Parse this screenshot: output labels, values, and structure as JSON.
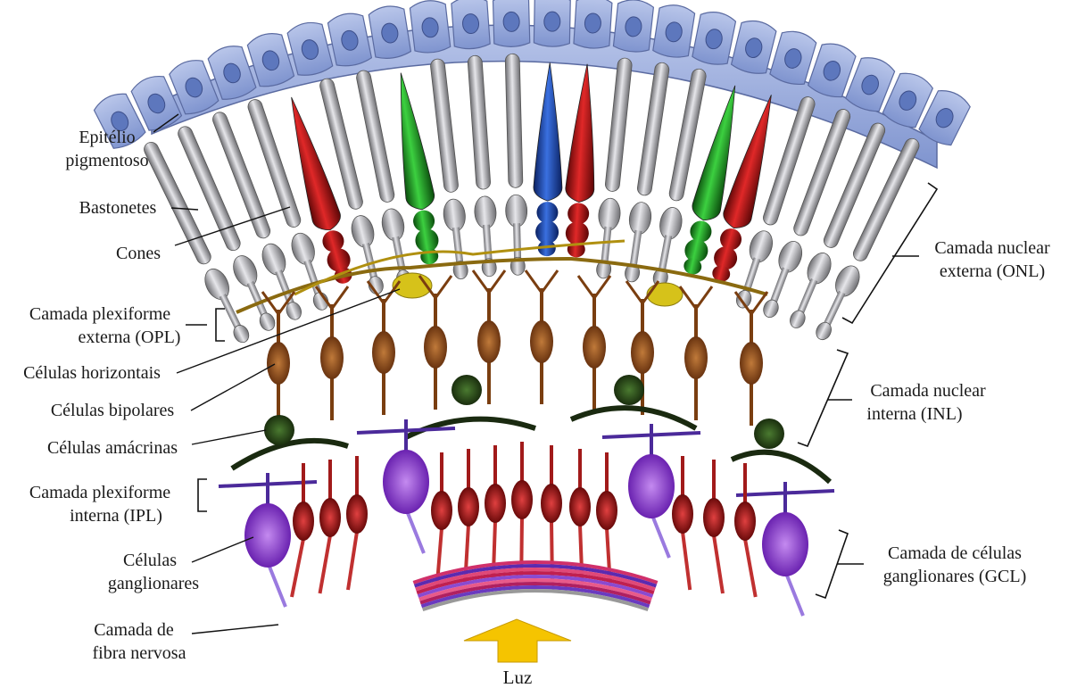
{
  "labels_left": {
    "epitelio": [
      "Epitélio",
      "pigmentoso"
    ],
    "bastonetes": "Bastonetes",
    "cones": "Cones",
    "opl": [
      "Camada plexiforme",
      "externa (OPL)"
    ],
    "horizontais": "Células horizontais",
    "bipolares": "Células bipolares",
    "amacrinas": "Células amácrinas",
    "ipl": [
      "Camada plexiforme",
      "interna (IPL)"
    ],
    "ganglionares": [
      "Células",
      "ganglionares"
    ],
    "fibra": [
      "Camada de",
      "fibra nervosa"
    ]
  },
  "labels_right": {
    "onl": [
      "Camada nuclear",
      "externa (ONL)"
    ],
    "inl": [
      "Camada nuclear",
      "interna (INL)"
    ],
    "gcl": [
      "Camada de células",
      "ganglionares (GCL)"
    ]
  },
  "light_label": "Luz",
  "colors": {
    "epithelium": "#8fa3d6",
    "rod": "#b9b9bd",
    "cone_red": "#c01818",
    "cone_green": "#22a828",
    "cone_blue": "#1d4fc0",
    "horizontal": "#d6c21a",
    "bipolar": "#8a4a16",
    "amacrine": "#2a4a1a",
    "ganglion": "#8a3ad0",
    "ganglion_dendrite": "#4b2a9a",
    "midget": "#a11a1a",
    "fiber": "#d0306a",
    "arrow": "#f5c400"
  }
}
